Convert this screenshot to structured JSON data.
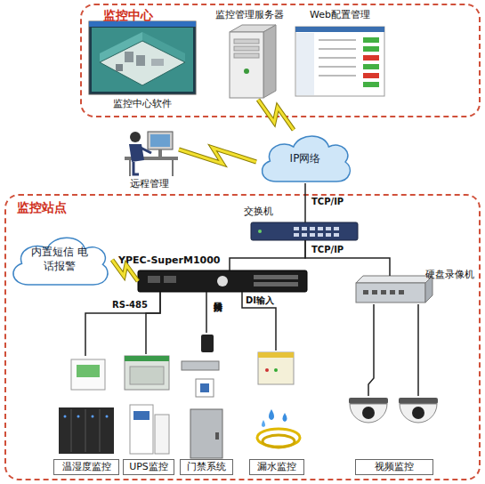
{
  "diagram": {
    "nodes": [
      {
        "text": [
          "监控中心"
        ]
      },
      {
        "text": [
          "监控中心软件"
        ],
        "in": 0
      },
      {
        "text": [
          "监控管理服务器"
        ],
        "in": 0
      },
      {
        "text": [
          "Web配置管理"
        ],
        "in": 0
      },
      {
        "text": [
          "远程管理"
        ]
      },
      {
        "text": [
          "IP网络"
        ]
      },
      {
        "text": [
          "监控站点"
        ]
      },
      {
        "text": [
          "交换机"
        ],
        "in": 6
      },
      {
        "text": [
          "内置短信 电话报警"
        ],
        "in": 6
      },
      {
        "text": [
          "YPEC-SuperM1000"
        ],
        "in": 6
      },
      {
        "text": [
          "硬盘录像机"
        ],
        "in": 6
      },
      {
        "text": [
          "温湿度监控"
        ],
        "in": 6
      },
      {
        "text": [
          "UPS监控"
        ],
        "in": 6
      },
      {
        "text": [
          "门禁系统"
        ],
        "in": 6
      },
      {
        "text": [
          "漏水监控"
        ],
        "in": 6
      },
      {
        "text": [
          "视频监控"
        ],
        "in": 6
      }
    ],
    "edges": [
      {
        "from": 2,
        "to": 5,
        "arrow": "none"
      },
      {
        "from": 4,
        "to": 5,
        "arrow": "none"
      },
      {
        "from": 5,
        "to": 7,
        "label": "TCP/IP",
        "arrow": "none"
      },
      {
        "from": 7,
        "to": 9,
        "label": "TCP/IP",
        "arrow": "none"
      },
      {
        "from": 7,
        "to": 10,
        "arrow": "none"
      },
      {
        "from": 8,
        "to": 9,
        "arrow": "none"
      },
      {
        "from": 9,
        "to": 11,
        "label": "RS-485",
        "arrow": "none"
      },
      {
        "from": 9,
        "to": 12,
        "arrow": "none"
      },
      {
        "from": 9,
        "to": 13,
        "label": "门禁接口",
        "arrow": "none"
      },
      {
        "from": 9,
        "to": 14,
        "label": "DI输入",
        "arrow": "none"
      },
      {
        "from": 10,
        "to": 15,
        "arrow": "none"
      }
    ]
  }
}
